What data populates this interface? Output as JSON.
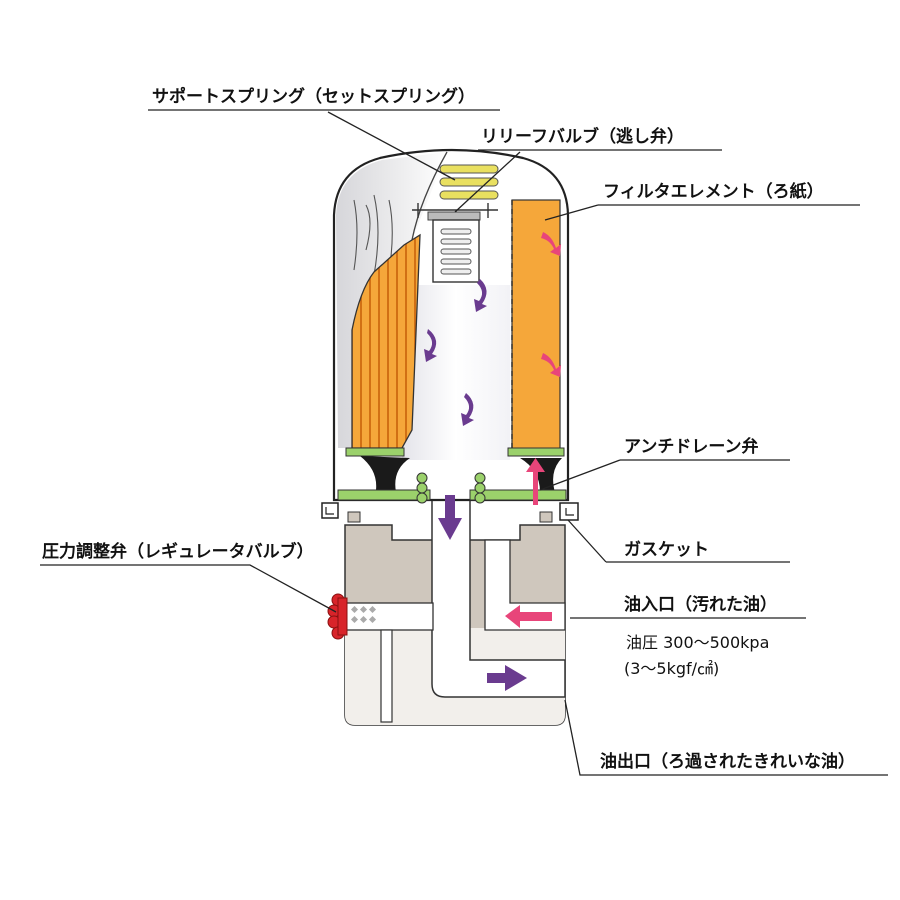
{
  "labels": {
    "support_spring": "サポートスプリング（セットスプリング）",
    "relief_valve": "リリーフバルブ（逃し弁）",
    "filter_element": "フィルタエレメント（ろ紙）",
    "anti_drain_valve": "アンチドレーン弁",
    "gasket": "ガスケット",
    "pressure_regulator": "圧力調整弁（レギュレータバルブ）",
    "oil_inlet": "油入口（汚れた油）",
    "oil_pressure_line1": "油圧 300～500kpa",
    "oil_pressure_line2": "(3～5kgf/㎠)",
    "oil_outlet": "油出口（ろ過されたきれいな油）"
  },
  "colors": {
    "filter_paper": "#f5a73a",
    "filter_paper_dark": "#e07a12",
    "spring": "#e9e060",
    "seal_green": "#9bd16b",
    "dirty_oil_arrow": "#e8457a",
    "clean_oil_arrow": "#6a3b8f",
    "base_block": "#cfc7bd",
    "regulator_red": "#d8242a",
    "can_shadow": "#c8c8cc"
  },
  "icons": {
    "dirty_flow": "arrow-dirty-oil-icon",
    "clean_flow": "arrow-clean-oil-icon"
  }
}
